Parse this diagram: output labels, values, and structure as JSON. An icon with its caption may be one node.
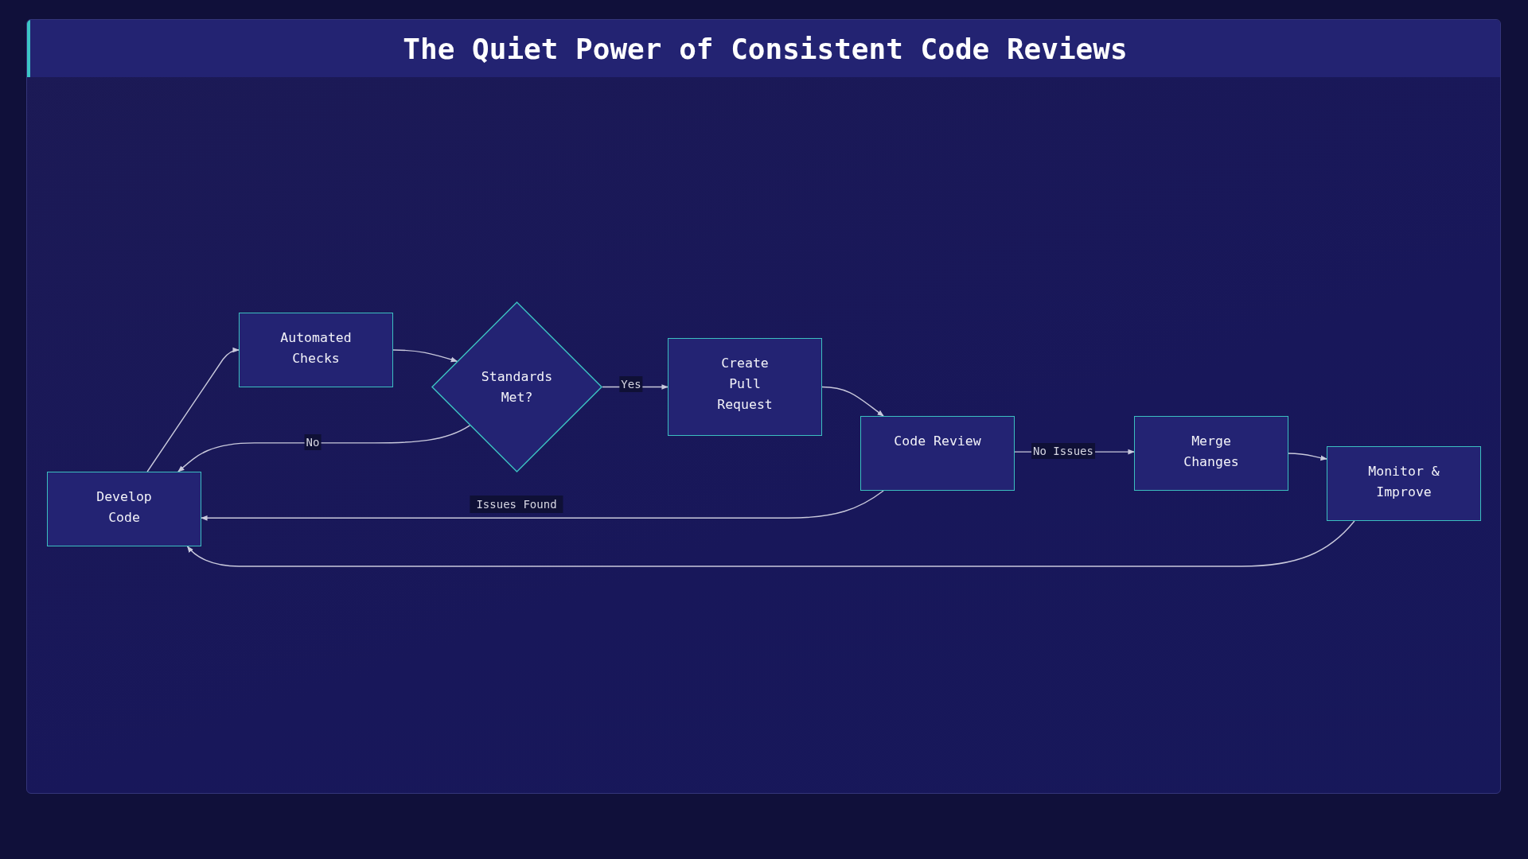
{
  "diagram": {
    "title": "The Quiet Power of Consistent Code Reviews",
    "nodes": [
      {
        "text": [
          "Develop Code"
        ]
      },
      {
        "text": [
          "Automated Checks"
        ]
      },
      {
        "text": [
          "Standards Met?"
        ]
      },
      {
        "text": [
          "Create Pull Request"
        ]
      },
      {
        "text": [
          "Code Review"
        ]
      },
      {
        "text": [
          "Merge Changes"
        ]
      },
      {
        "text": [
          "Monitor & Improve"
        ]
      }
    ],
    "edges": [
      {
        "from": 0,
        "to": 1,
        "arrow": "to"
      },
      {
        "from": 1,
        "to": 2,
        "arrow": "to"
      },
      {
        "from": 2,
        "to": 3,
        "label": "Yes",
        "arrow": "to"
      },
      {
        "from": 2,
        "to": 0,
        "label": "No",
        "arrow": "to"
      },
      {
        "from": 3,
        "to": 4,
        "arrow": "to"
      },
      {
        "from": 4,
        "to": 5,
        "label": "No Issues",
        "arrow": "to"
      },
      {
        "from": 4,
        "to": 0,
        "label": "Issues Found",
        "arrow": "to"
      },
      {
        "from": 5,
        "to": 6,
        "arrow": "to"
      },
      {
        "from": 6,
        "to": 0,
        "arrow": "to"
      }
    ]
  }
}
